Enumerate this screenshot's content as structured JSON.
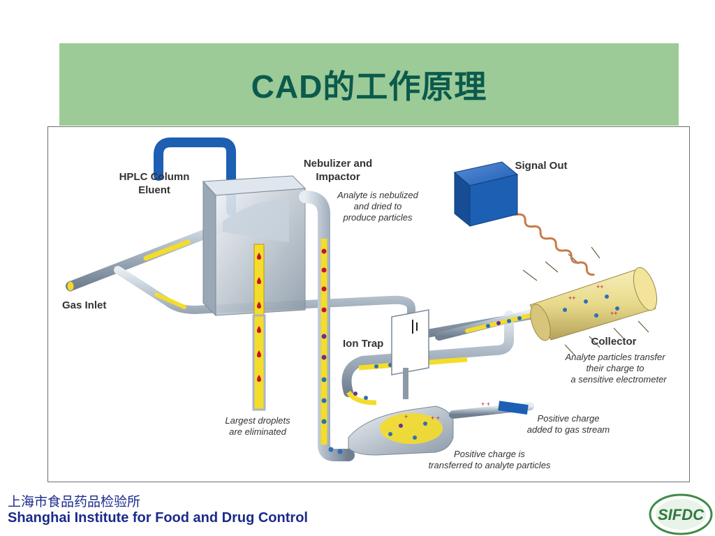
{
  "slide": {
    "title": "CAD的工作原理"
  },
  "diagram": {
    "labels": {
      "hplc": [
        "HPLC Column",
        "Eluent"
      ],
      "nebulizer": [
        "Nebulizer and",
        "Impactor"
      ],
      "nebulizer_note": [
        "Analyte is nebulized",
        "and dried to",
        "produce particles"
      ],
      "signal_out": "Signal Out",
      "gas_inlet": "Gas Inlet",
      "ion_trap": "Ion Trap",
      "collector": "Collector",
      "collector_note": [
        "Analyte particles transfer",
        "their charge to",
        "a sensitive electrometer"
      ],
      "positive_gas": [
        "Positive charge",
        "added to gas stream"
      ],
      "positive_transfer": [
        "Positive charge is",
        "transferred to analyte particles"
      ],
      "largest_droplets": [
        "Largest droplets",
        "are eliminated"
      ]
    },
    "colors": {
      "tube": "#a9b6c3",
      "tube_dark": "#6f7f90",
      "stream": "#f4dc2a",
      "droplet": "#c8102e",
      "particle_blue": "#2f6fb5",
      "hplc_blue": "#1d5fb3",
      "signal_box": "#1d5fb3",
      "wire": "#c97a4a"
    },
    "icons": [
      "hplc-tube",
      "nebulizer-chamber",
      "signal-box",
      "collector-cylinder",
      "ion-trap-electrodes",
      "corona-needle"
    ]
  },
  "footer": {
    "institute_cn": "上海市食品药品检验所",
    "institute_en": "Shanghai Institute for Food and Drug Control",
    "logo_text": "SIFDC"
  }
}
